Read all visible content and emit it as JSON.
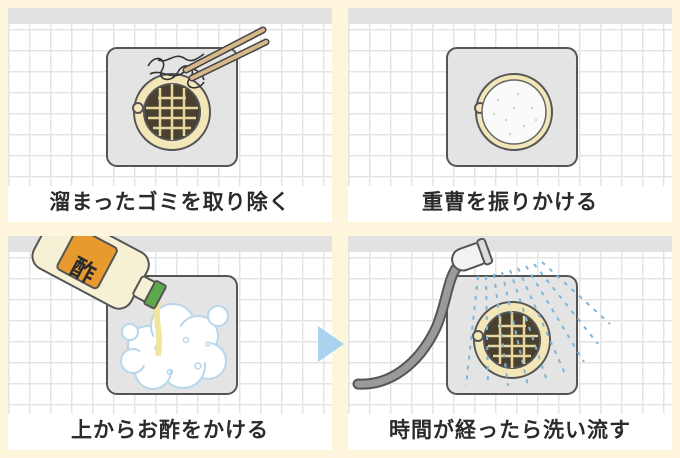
{
  "steps": [
    {
      "caption": "溜まったゴミを取り除く"
    },
    {
      "caption": "重曹を振りかける"
    },
    {
      "caption": "上からお酢をかける",
      "bottle_label": "酢"
    },
    {
      "caption": "時間が経ったら洗い流す"
    }
  ],
  "colors": {
    "background": "#fdf6dd",
    "tile_grout": "#e6e6e6",
    "drain_plate": "#e4e4e4",
    "drain_rim": "#f3e6b9",
    "arrow": "#a9d4ef",
    "water": "#7fb6d8"
  },
  "icons": [
    "chopsticks-icon",
    "hair-icon",
    "drain-basket-icon",
    "baking-soda-icon",
    "vinegar-bottle-icon",
    "foam-icon",
    "shower-head-icon",
    "water-spray-icon",
    "next-arrow-icon"
  ]
}
